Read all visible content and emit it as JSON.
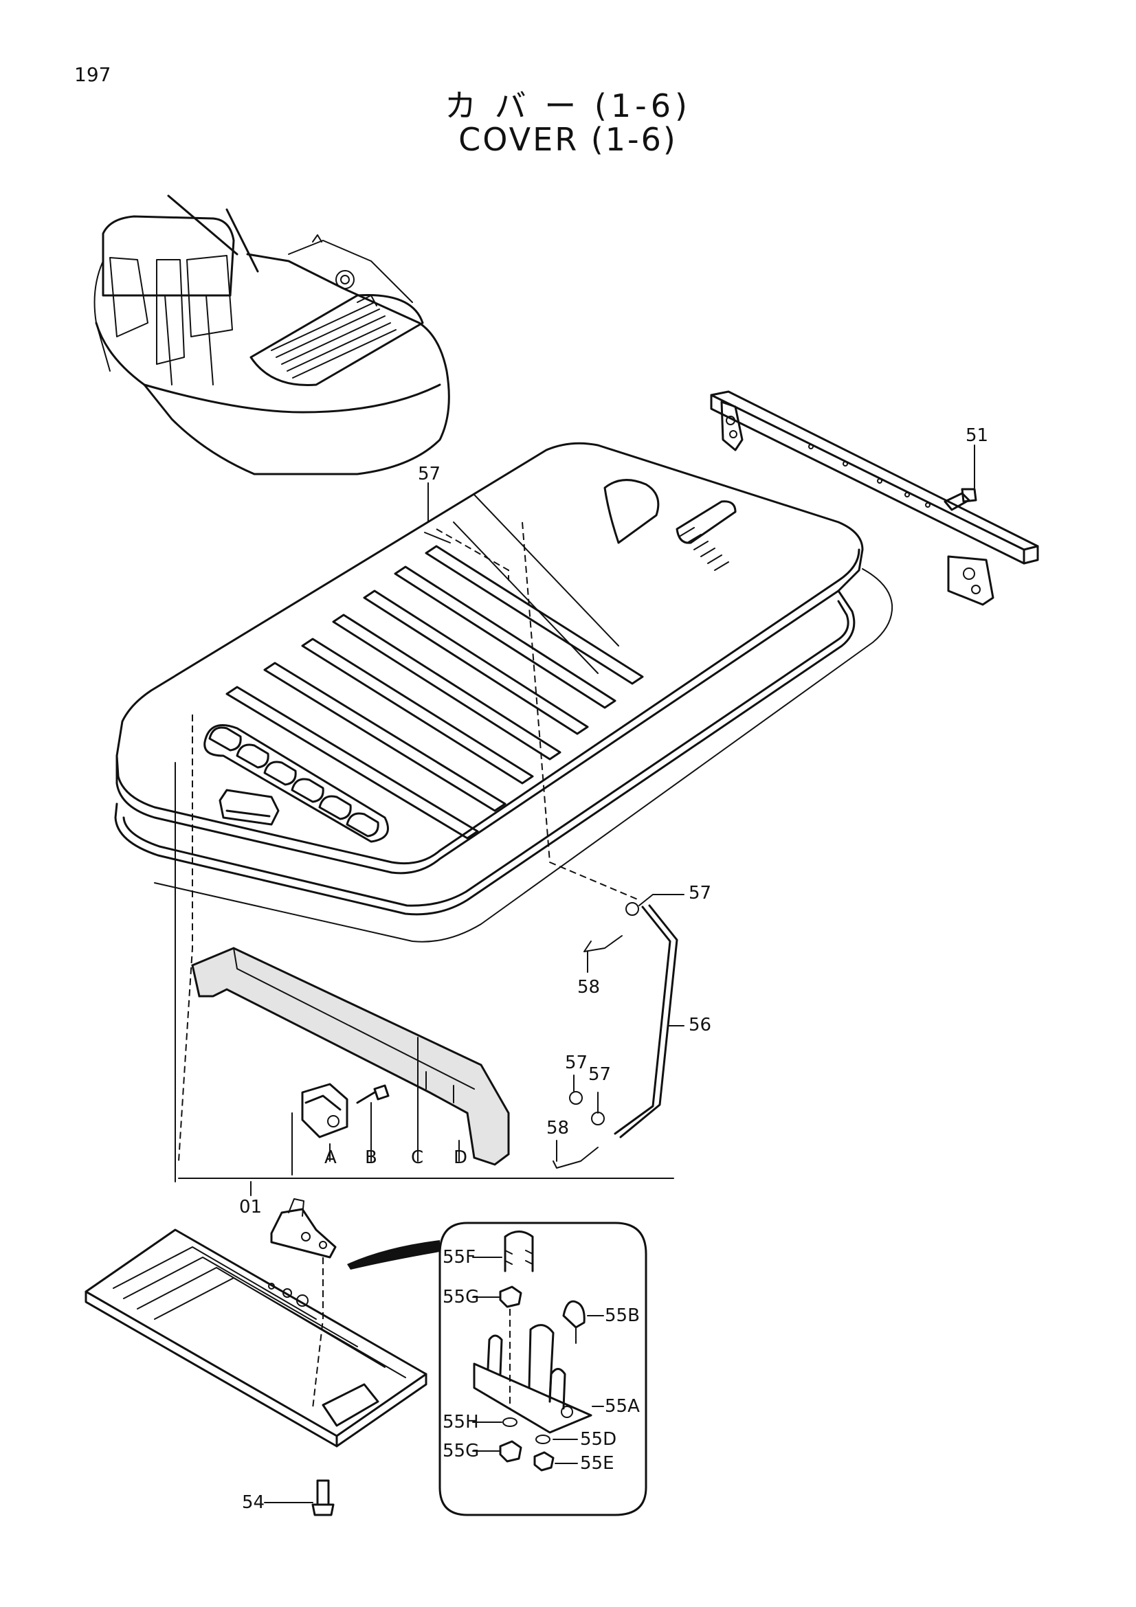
{
  "page": {
    "number": "197"
  },
  "title": {
    "japanese": "カ バ ー  (1-6)",
    "english": "COVER (1-6)"
  },
  "callouts": {
    "c51": "51",
    "c57a": "57",
    "c57b": "57",
    "c58a": "58",
    "c56": "56",
    "c57c": "57",
    "c57d": "57",
    "c58b": "58",
    "cA": "A",
    "cB": "B",
    "cC": "C",
    "cD": "D",
    "c01": "01",
    "c55F": "55F",
    "c55G": "55G",
    "c55B": "55B",
    "c55A": "55A",
    "c55H": "55H",
    "c55D": "55D",
    "c55G2": "55G",
    "c55E": "55E",
    "c54": "54"
  }
}
